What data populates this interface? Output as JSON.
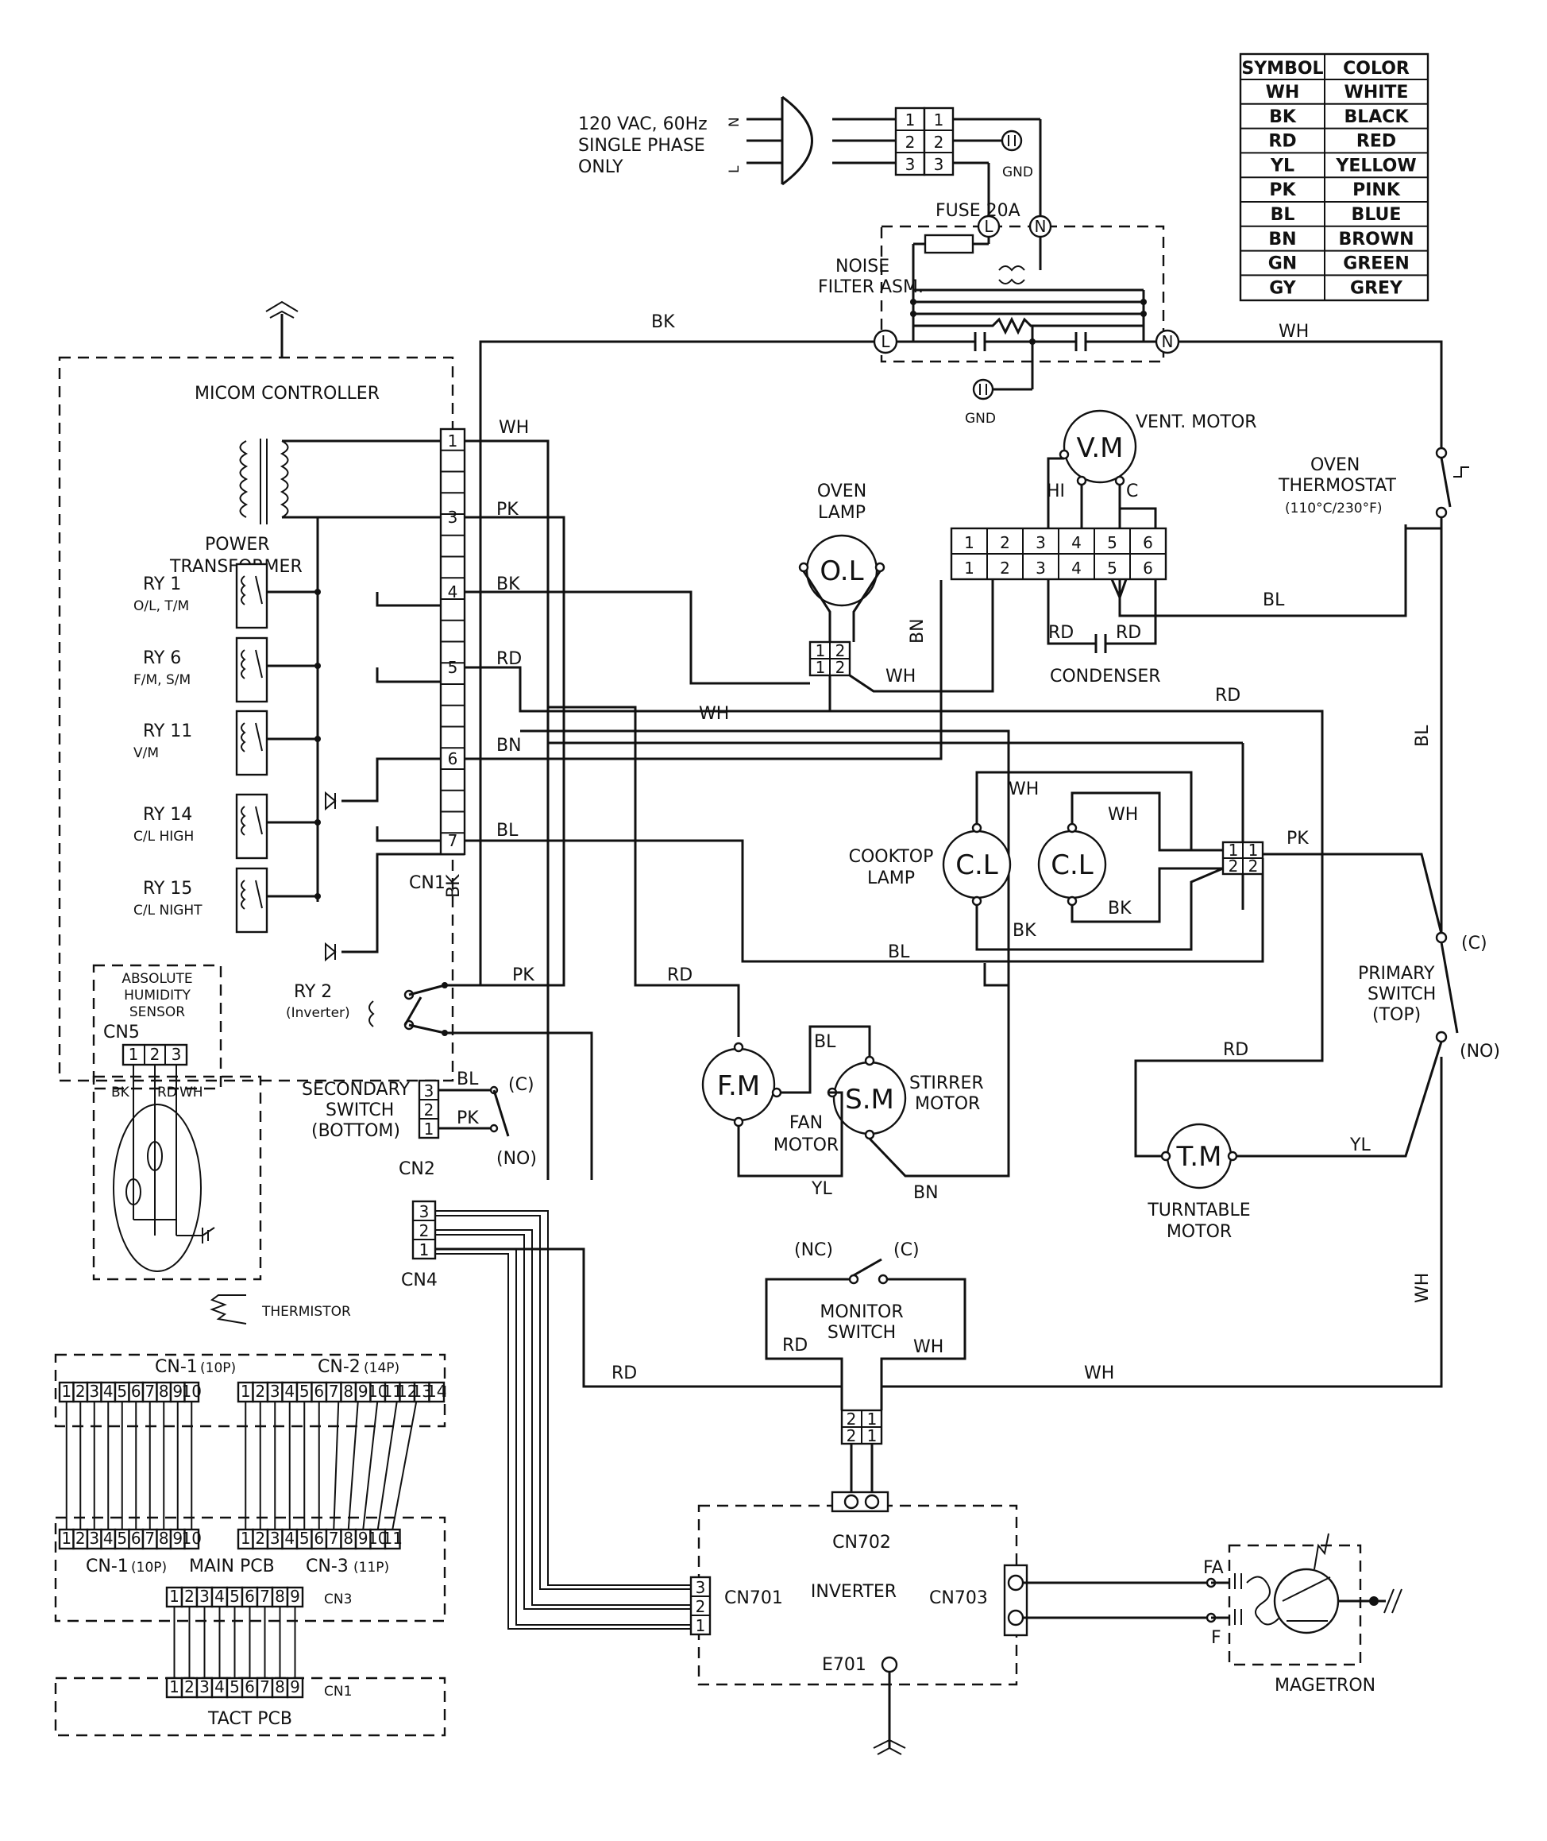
{
  "legend": {
    "header_symbol": "SYMBOL",
    "header_color": "COLOR",
    "rows": [
      {
        "symbol": "WH",
        "color": "WHITE"
      },
      {
        "symbol": "BK",
        "color": "BLACK"
      },
      {
        "symbol": "RD",
        "color": "RED"
      },
      {
        "symbol": "YL",
        "color": "YELLOW"
      },
      {
        "symbol": "PK",
        "color": "PINK"
      },
      {
        "symbol": "BL",
        "color": "BLUE"
      },
      {
        "symbol": "BN",
        "color": "BROWN"
      },
      {
        "symbol": "GN",
        "color": "GREEN"
      },
      {
        "symbol": "GY",
        "color": "GREY"
      }
    ]
  },
  "power": {
    "line1": "120 VAC, 60Hz",
    "line2": "SINGLE PHASE",
    "line3": "ONLY",
    "n": "N",
    "l": "L",
    "gnd": "GND",
    "pins": [
      "1",
      "2",
      "3"
    ]
  },
  "fuse": {
    "label": "FUSE 20A"
  },
  "noise_filter": {
    "line1": "NOISE",
    "line2": "FILTER ASM.",
    "gnd": "GND",
    "l": "L",
    "n": "N"
  },
  "micom": {
    "title": "MICOM CONTROLLER",
    "transformer1": "POWER",
    "transformer2": "TRANSFORMER"
  },
  "relays": [
    {
      "name": "RY 1",
      "sub": "O/L, T/M"
    },
    {
      "name": "RY 6",
      "sub": "F/M, S/M"
    },
    {
      "name": "RY 11",
      "sub": "V/M"
    },
    {
      "name": "RY 14",
      "sub": "C/L HIGH"
    },
    {
      "name": "RY 15",
      "sub": "C/L NIGHT"
    }
  ],
  "cn1": {
    "label": "CN1",
    "pins": [
      "1",
      "3",
      "4",
      "5",
      "6",
      "7"
    ]
  },
  "humidity": {
    "line1": "ABSOLUTE",
    "line2": "HUMIDITY",
    "line3": "SENSOR",
    "cn": "CN5",
    "pins": [
      "1",
      "2",
      "3"
    ],
    "wires": [
      "BK",
      "RD",
      "WH"
    ]
  },
  "thermistor": "THERMISTOR",
  "ry2": {
    "name": "RY 2",
    "sub": "(Inverter)"
  },
  "secondary": {
    "line1": "SECONDARY",
    "line2": "SWITCH",
    "line3": "(BOTTOM)",
    "cn": "CN2",
    "c": "(C)",
    "no": "(NO)",
    "pins": [
      "3",
      "2",
      "1"
    ]
  },
  "cn4": {
    "label": "CN4",
    "pins": [
      "3",
      "2",
      "1"
    ]
  },
  "oven_lamp": {
    "line1": "OVEN",
    "line2": "LAMP",
    "sym": "O.L"
  },
  "vent_motor": {
    "label": "VENT. MOTOR",
    "sym": "V.M",
    "hi": "HI",
    "c": "C"
  },
  "vent_terminal": {
    "pins": [
      "1",
      "2",
      "3",
      "4",
      "5",
      "6"
    ]
  },
  "condenser": "CONDENSER",
  "oven_thermostat": {
    "line1": "OVEN",
    "line2": "THERMOSTAT",
    "line3": "(110°C/230°F)"
  },
  "cooktop": {
    "line1": "COOKTOP",
    "line2": "LAMP",
    "sym": "C.L"
  },
  "primary": {
    "line1": "PRIMARY",
    "line2": "SWITCH",
    "line3": "(TOP)",
    "c": "(C)",
    "no": "(NO)"
  },
  "fan_motor": {
    "sym": "F.M",
    "line1": "FAN",
    "line2": "MOTOR"
  },
  "stirrer_motor": {
    "sym": "S.M",
    "line1": "STIRRER",
    "line2": "MOTOR"
  },
  "turntable": {
    "sym": "T.M",
    "line1": "TURNTABLE",
    "line2": "MOTOR"
  },
  "monitor": {
    "nc": "(NC)",
    "c": "(C)",
    "line1": "MONITOR",
    "line2": "SWITCH"
  },
  "inverter": {
    "title": "INVERTER",
    "cn701": "CN701",
    "cn702": "CN702",
    "cn703": "CN703",
    "e701": "E701",
    "pins": [
      "3",
      "2",
      "1"
    ]
  },
  "magnetron": {
    "label": "MAGETRON",
    "fa": "FA",
    "f": "F"
  },
  "main_pcb": {
    "cn1_top": "CN-1",
    "cn1_top_p": "(10P)",
    "cn2_top": "CN-2",
    "cn2_top_p": "(14P)",
    "title": "MAIN PCB",
    "cn1_bot": "CN-1",
    "cn1_bot_p": "(10P)",
    "cn3_bot": "CN-3",
    "cn3_bot_p": "(11P)",
    "cn3": "CN3"
  },
  "tact_pcb": {
    "title": "TACT PCB",
    "cn": "CN1"
  },
  "wires": {
    "bk": "BK",
    "wh": "WH",
    "pk": "PK",
    "rd": "RD",
    "bn": "BN",
    "bl": "BL",
    "yl": "YL"
  }
}
